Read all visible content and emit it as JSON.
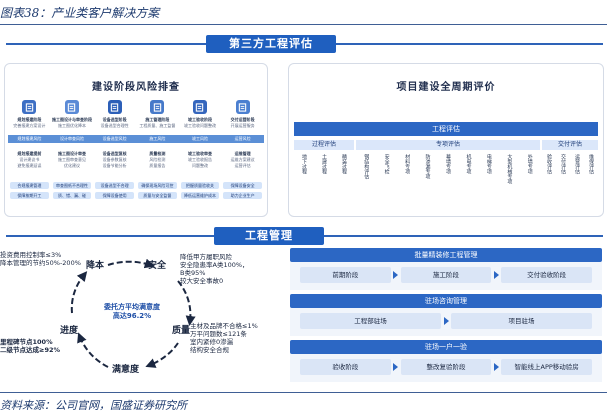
{
  "caption": "图表38：产业类客户解决方案",
  "source": "资料来源：公司官网，国盛证券研究所",
  "top_section": {
    "title": "第三方工程评估",
    "left_panel": {
      "title": "建设阶段风险排查",
      "stages": [
        {
          "title": "规划报建阶段",
          "desc": "完善报建方案设计",
          "band": "规划报建风险",
          "bottom_title": "规划报建提前",
          "bottom_desc": "设计建议书",
          "bottom_desc2": "避免报建延误",
          "pill1": "合规报建管理",
          "pill2": "保障按期开工"
        },
        {
          "title": "施工图设计与审查阶段",
          "desc": "施工图优化降本",
          "band": "设计审查风险",
          "bottom_title": "施工图设计审查",
          "bottom_desc": "施工图审查意见",
          "bottom_desc2": "优化建议",
          "pill1": "审查图纸不合理性",
          "pill2": "质、错、漏、碰"
        },
        {
          "title": "设备选型阶段",
          "desc": "设备选型合理性",
          "band": "设备选型风险",
          "bottom_title": "设备选型复核",
          "bottom_desc": "设备参数复核",
          "bottom_desc2": "设备节能分析",
          "pill1": "设备选型不合理",
          "pill2": "保障设备使用"
        },
        {
          "title": "施工管理阶段",
          "desc": "工程质量、施工监督",
          "band": "施工风险",
          "bottom_title": "质量检测",
          "bottom_desc": "风险检测",
          "bottom_desc2": "质量报告",
          "pill1": "确保现场风险可控",
          "pill2": "质量与安全监督"
        },
        {
          "title": "竣工验收阶段",
          "desc": "竣工验收问题整改",
          "band": "竣工风险",
          "bottom_title": "竣工验收审查",
          "bottom_desc": "竣工验收报告",
          "bottom_desc2": "问题整改",
          "pill1": "把握质量验收关",
          "pill2": "降低运营维护成本"
        },
        {
          "title": "交付运营阶段",
          "desc": "开展运营服务",
          "band": "运营风险",
          "bottom_title": "运维管理",
          "bottom_desc": "运维方案建议",
          "bottom_desc2": "运营评估",
          "pill1": "保障设备安全",
          "pill2": "助力企业生产"
        }
      ]
    },
    "right_panel": {
      "title": "项目建设全周期评价",
      "eval_title": "工程评估",
      "groups": [
        {
          "name": "过程评估",
          "items": [
            "地下过程",
            "土建过程",
            "精装过程"
          ]
        },
        {
          "name": "专项评估",
          "items": [
            "钢结构评估",
            "安全飞检",
            "材料专项",
            "防渗漏专项",
            "幕墙专项",
            "机电专项",
            "电梯专项",
            "大型机械专项",
            "外墙专项"
          ]
        },
        {
          "name": "交付评估",
          "items": [
            "验收评估",
            "交付评估",
            "运营评估",
            "维保评估"
          ]
        }
      ]
    }
  },
  "bottom_section": {
    "title": "工程管理",
    "cycle": {
      "center_title": "委托方平均满意度",
      "center_value": "高达96.2%",
      "nodes": {
        "cost": "降本",
        "safety": "安全",
        "quality": "质量",
        "satisfaction": "满意度",
        "progress": "进度"
      },
      "cost_lines": [
        "投资费用控制率≤3%",
        "降本管理的节约50%-200%"
      ],
      "safety_lines": [
        "降低甲方履职风险",
        "安全隐患率A类100%，",
        "B类95%",
        "较大安全事故0"
      ],
      "quality_lines": [
        "主材及品牌不合格≤1%",
        "万平问题数≤121条",
        "室内紧修0渗漏",
        "结构安全合规"
      ],
      "progress_lines": [
        "里程碑节点100%",
        "二级节点达成≥92%"
      ]
    },
    "groups": [
      {
        "title": "批量精装修工程管理",
        "items": [
          "前期阶段",
          "施工阶段",
          "交付验收阶段"
        ]
      },
      {
        "title": "驻场咨询管理",
        "items": [
          "工程部驻场",
          "项目驻场"
        ]
      },
      {
        "title": "驻场一户一验",
        "items": [
          "验收阶段",
          "整改复验阶段",
          "智能线上APP移动验房"
        ]
      }
    ]
  }
}
